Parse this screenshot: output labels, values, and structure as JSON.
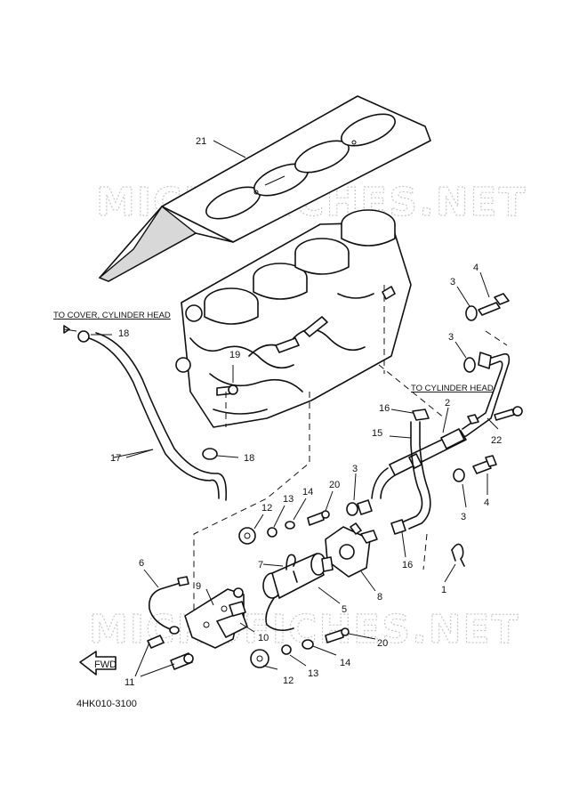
{
  "diagram": {
    "part_numbers": [
      "1",
      "2",
      "3",
      "4",
      "5",
      "6",
      "7",
      "8",
      "9",
      "10",
      "11",
      "12",
      "13",
      "14",
      "15",
      "16",
      "17",
      "18",
      "19",
      "20",
      "21",
      "22"
    ],
    "notes": {
      "to_cover_cylinder_head": "TO COVER, CYLINDER HEAD",
      "to_cylinder_head": "TO CYLINDER HEAD"
    },
    "watermark": "MICROFICHES.NET",
    "fwd_label": "FWD",
    "figure_code": "4HK010-3100"
  }
}
